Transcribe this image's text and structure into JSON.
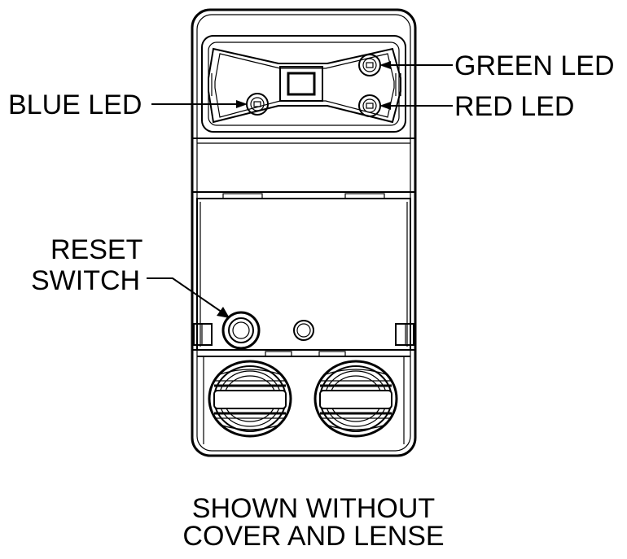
{
  "labels": {
    "green_led": "GREEN LED",
    "blue_led": "BLUE LED",
    "red_led": "RED LED",
    "reset_line1": "RESET",
    "reset_line2": "SWITCH"
  },
  "caption": {
    "line1": "SHOWN WITHOUT",
    "line2": "COVER AND LENSE"
  }
}
